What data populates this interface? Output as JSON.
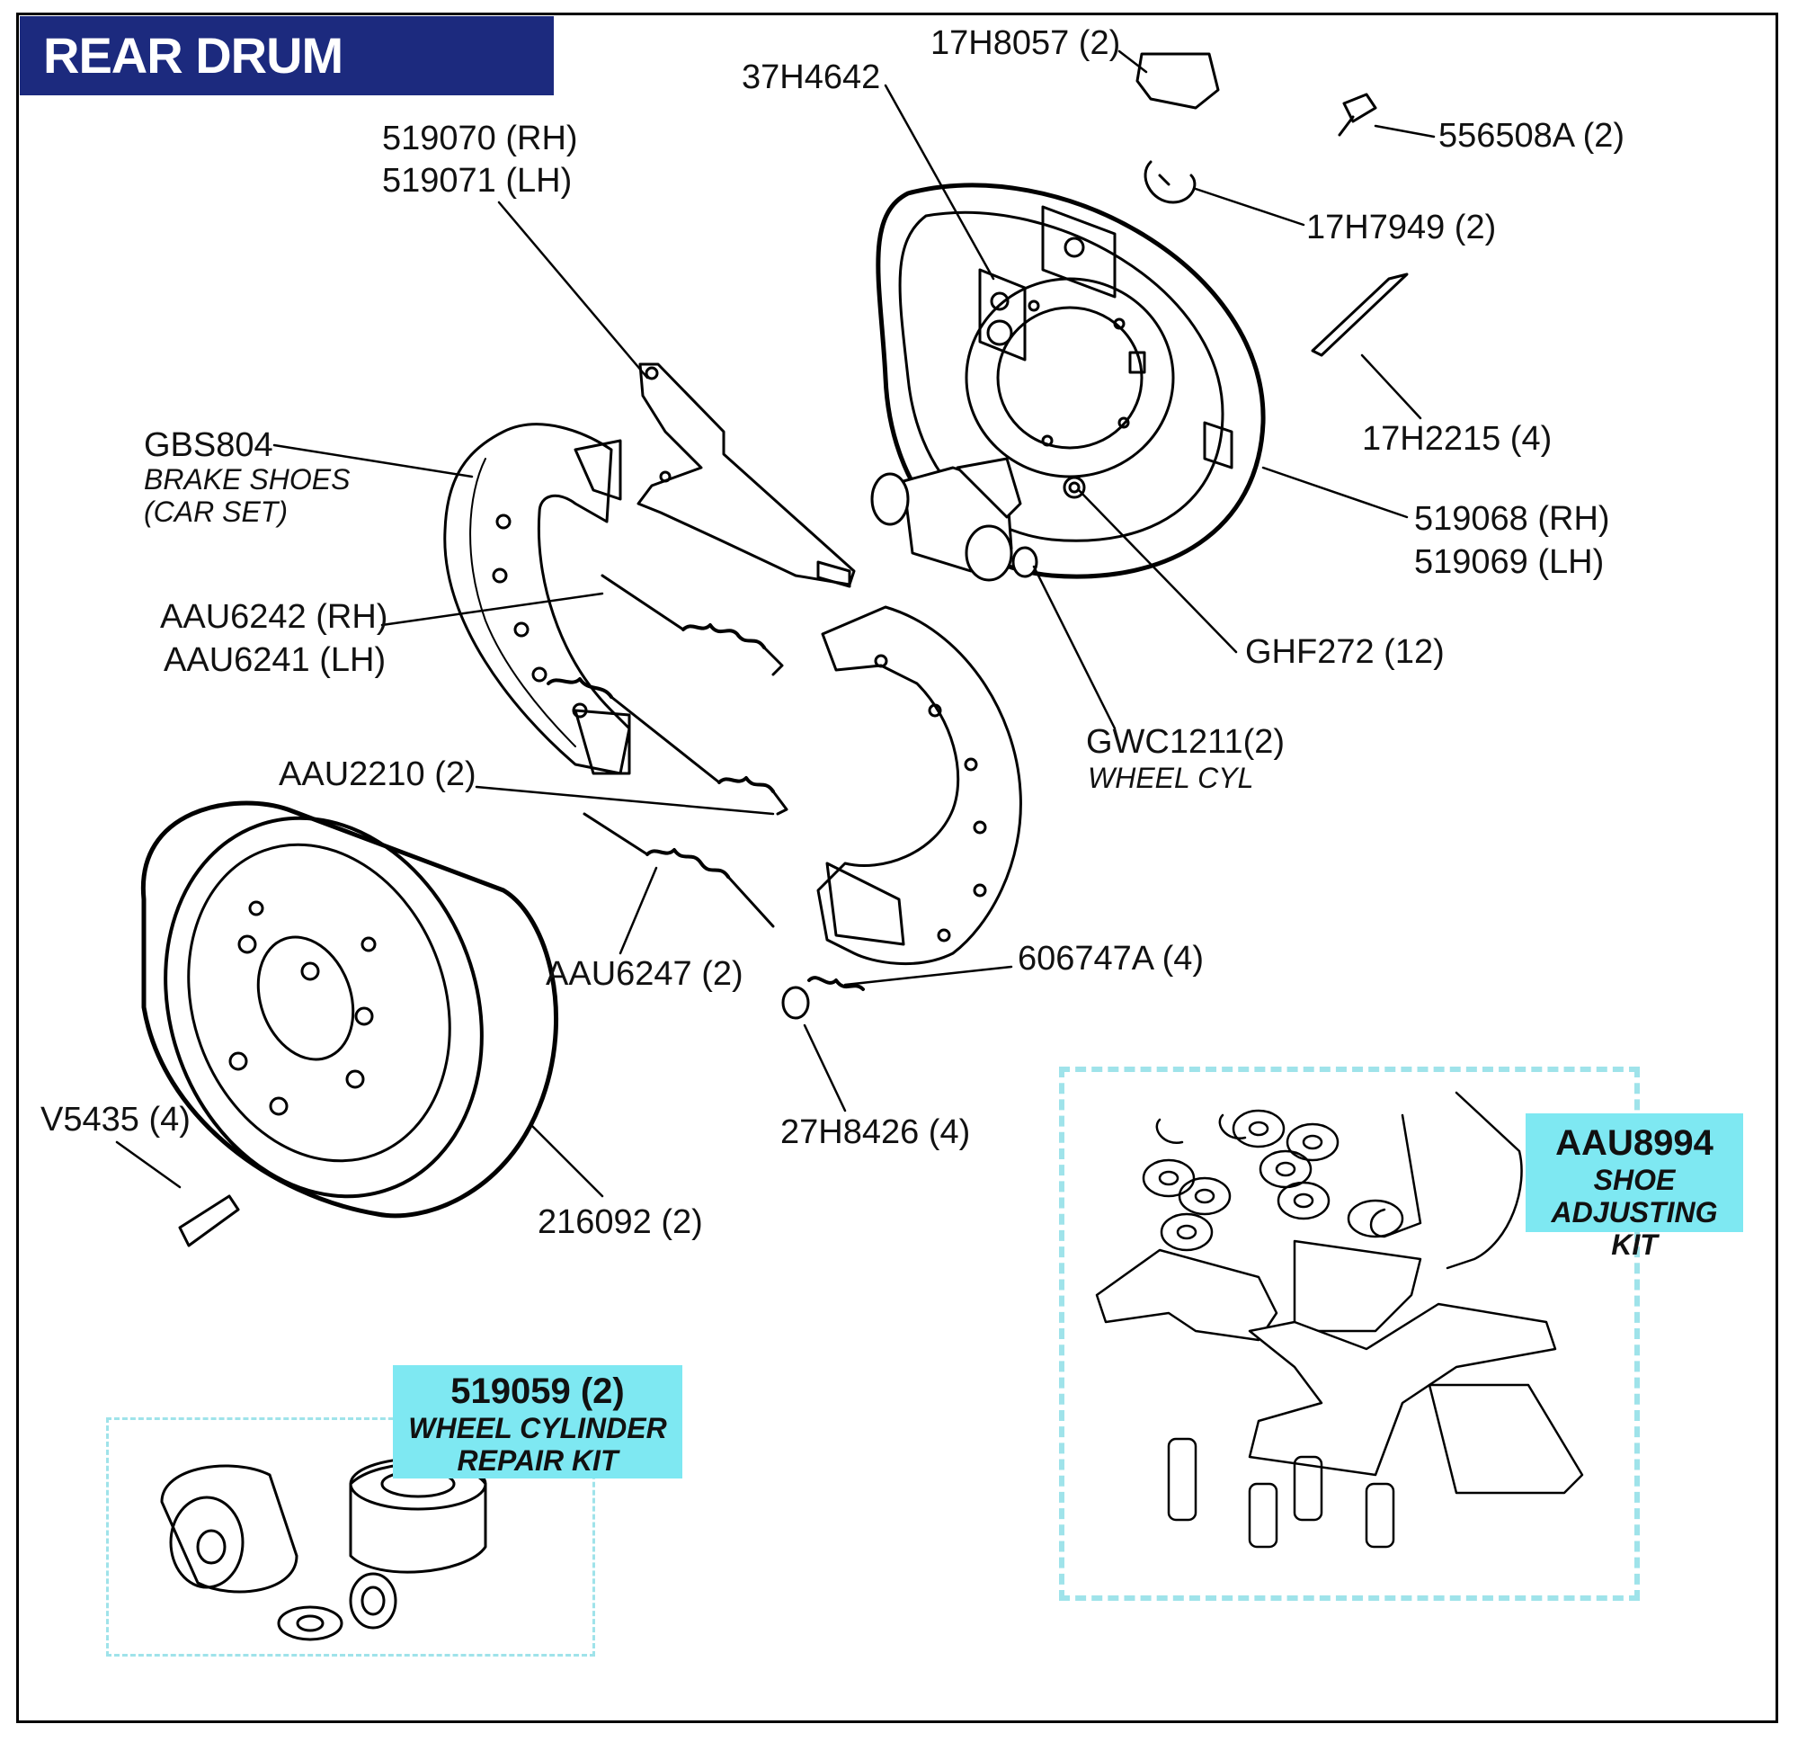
{
  "title": "REAR DRUM BRAKES",
  "labels": {
    "p17h8057": "17H8057 (2)",
    "p37h4642": "37H4642",
    "p556508a": "556508A (2)",
    "p519070": "519070 (RH)",
    "p519071": "519071 (LH)",
    "p17h7949": "17H7949 (2)",
    "p17h2215": "17H2215 (4)",
    "gbs804": "GBS804",
    "gbs804_sub1": "BRAKE SHOES",
    "gbs804_sub2": "(CAR SET)",
    "p519068": "519068 (RH)",
    "p519069": "519069 (LH)",
    "aau6242": "AAU6242 (RH)",
    "aau6241": "AAU6241 (LH)",
    "ghf272": "GHF272 (12)",
    "gwc1211": "GWC1211(2)",
    "gwc1211_sub": "WHEEL CYL",
    "aau2210": "AAU2210 (2)",
    "aau6247": "AAU6247 (2)",
    "p606747a": "606747A (4)",
    "p27h8426": "27H8426 (4)",
    "v5435": "V5435 (4)",
    "p216092": "216092 (2)"
  },
  "kits": {
    "shoe_kit": {
      "code": "AAU8994",
      "line1": "SHOE",
      "line2": "ADJUSTING KIT"
    },
    "cyl_kit": {
      "code": "519059 (2)",
      "line1": "WHEEL CYLINDER",
      "line2": "REPAIR KIT"
    }
  },
  "colors": {
    "title_bg": "#1c2a7e",
    "kit_bg": "#7ee8f2",
    "kit_border": "#9fe3ea"
  }
}
